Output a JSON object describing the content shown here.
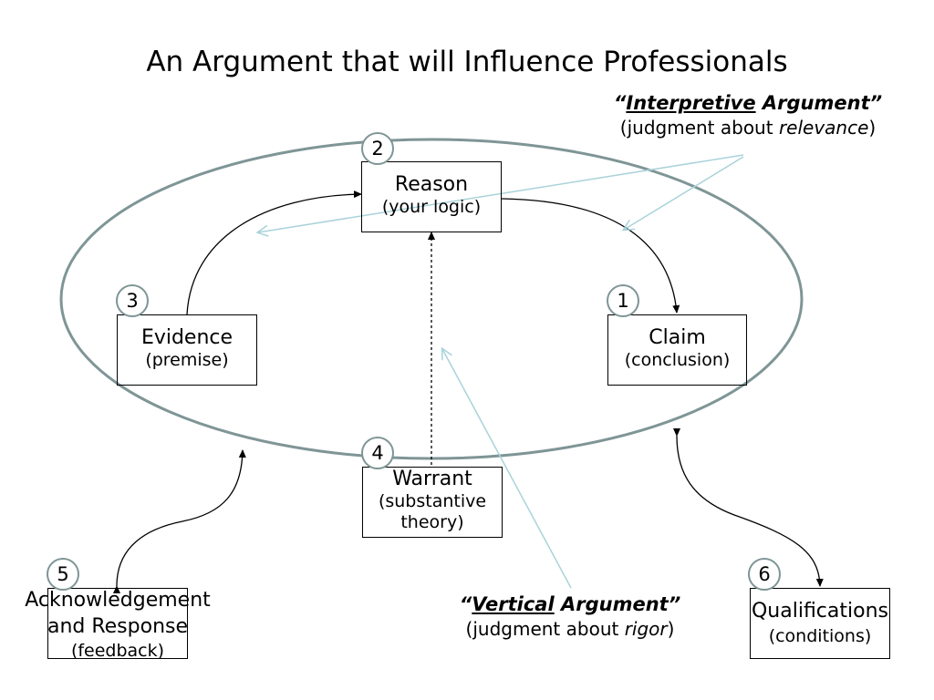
{
  "title": "An Argument that will Influence Professionals",
  "nodes": {
    "reason": {
      "number": "2",
      "label": "Reason",
      "sub": "(your logic)"
    },
    "claim": {
      "number": "1",
      "label": "Claim",
      "sub": "(conclusion)"
    },
    "evidence": {
      "number": "3",
      "label": "Evidence",
      "sub": "(premise)"
    },
    "warrant": {
      "number": "4",
      "label": "Warrant",
      "sub1": "(substantive",
      "sub2": "theory)"
    },
    "acknowledgement": {
      "number": "5",
      "label1": "Acknowledgement",
      "label2": "and Response",
      "sub": "(feedback)"
    },
    "qualifications": {
      "number": "6",
      "label": "Qualifications",
      "sub": "(conditions)"
    }
  },
  "interpretive": {
    "quote_open": "“",
    "word": "Interpretive",
    "rest": " Argument”",
    "desc_prefix": "(judgment about ",
    "desc_em": "relevance",
    "desc_suffix": ")"
  },
  "vertical": {
    "quote_open": "“",
    "word": "Vertical",
    "rest": " Argument”",
    "desc_prefix": "(judgment about ",
    "desc_em": "rigor",
    "desc_suffix": ")"
  },
  "colors": {
    "ellipse": "#7f9596",
    "callout_arrow": "#a9d3da",
    "line": "#000000"
  }
}
